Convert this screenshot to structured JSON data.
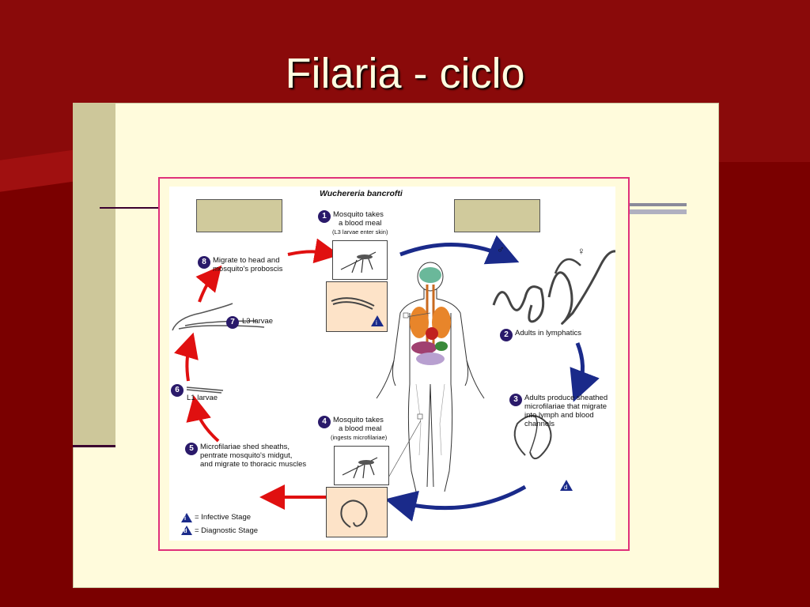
{
  "slide": {
    "title": "Filaria - ciclo"
  },
  "diagram": {
    "species": "Wuchereria bancrofti",
    "steps": [
      {
        "num": "1",
        "line1": "Mosquito takes",
        "line2": "a blood meal",
        "note": "(L3 larvae enter skin)"
      },
      {
        "num": "2",
        "line1": "Adults in lymphatics"
      },
      {
        "num": "3",
        "line1": "Adults produce sheathed",
        "line2": "microfilariae that migrate",
        "line3": "into lymph and blood",
        "line4": "channels"
      },
      {
        "num": "4",
        "line1": "Mosquito takes",
        "line2": "a blood meal",
        "note": "(ingests microfilariae)"
      },
      {
        "num": "5",
        "line1": "Microfilariae shed sheaths,",
        "line2": "pentrate mosquito's midgut,",
        "line3": "and migrate to thoracic muscles"
      },
      {
        "num": "6",
        "line1": "L1 larvae"
      },
      {
        "num": "7",
        "line1": "L3 larvae"
      },
      {
        "num": "8",
        "line1": "Migrate to head and",
        "line2": "mosquito's proboscis"
      }
    ],
    "legend": {
      "infective_symbol": "i",
      "infective_label": "= Infective Stage",
      "diagnostic_symbol": "d",
      "diagnostic_label": "= Diagnostic Stage"
    },
    "sex_symbols": {
      "male": "♂",
      "female": "♀"
    },
    "colors": {
      "human_arrows": "#1a2a8a",
      "mosquito_arrows": "#e01010",
      "step_badge": "#2a1a6a",
      "frame_border": "#e0307a"
    }
  }
}
